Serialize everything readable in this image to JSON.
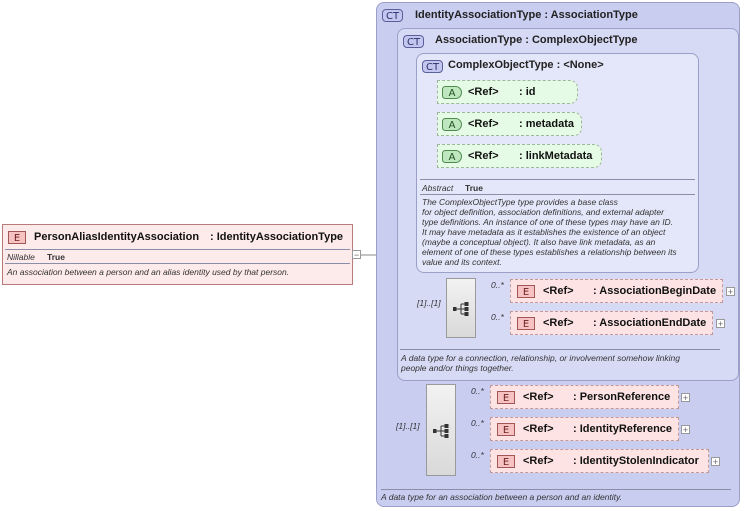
{
  "root": {
    "badge": "E",
    "name": "PersonAliasIdentityAssociation",
    "type": ": IdentityAssociationType",
    "nillable_label": "Nillable",
    "nillable_value": "True",
    "description": "An association between a person and an alias identity used by that person.",
    "collapse": "−"
  },
  "identity_type": {
    "badge": "CT",
    "title": "IdentityAssociationType : AssociationType",
    "description": "A data type for an association between a person and an identity.",
    "sequence_occurs": "[1]..[1]",
    "elements": [
      {
        "badge": "E",
        "ref": "<Ref>",
        "name": ": PersonReference",
        "occurs": "0..*"
      },
      {
        "badge": "E",
        "ref": "<Ref>",
        "name": ": IdentityReference",
        "occurs": "0..*"
      },
      {
        "badge": "E",
        "ref": "<Ref>",
        "name": ": IdentityStolenIndicator",
        "occurs": "0..*"
      }
    ]
  },
  "association_type": {
    "badge": "CT",
    "title": "AssociationType : ComplexObjectType",
    "description_lines": [
      "A data type for a connection, relationship, or involvement somehow linking",
      "people and/or things together."
    ],
    "sequence_occurs": "[1]..[1]",
    "elements": [
      {
        "badge": "E",
        "ref": "<Ref>",
        "name": ": AssociationBeginDate",
        "occurs": "0..*"
      },
      {
        "badge": "E",
        "ref": "<Ref>",
        "name": ": AssociationEndDate",
        "occurs": "0..*"
      }
    ]
  },
  "complex_object_type": {
    "badge": "CT",
    "title": "ComplexObjectType : <None>",
    "attributes": [
      {
        "badge": "A",
        "ref": "<Ref>",
        "name": ": id"
      },
      {
        "badge": "A",
        "ref": "<Ref>",
        "name": ": metadata"
      },
      {
        "badge": "A",
        "ref": "<Ref>",
        "name": ": linkMetadata"
      }
    ],
    "abstract_label": "Abstract",
    "abstract_value": "True",
    "description_lines": [
      "The ComplexObjectType type provides a base class",
      "for object definition, association definitions, and external adapter",
      "type definitions. An instance of one of these types may have an ID.",
      "It may have metadata as it establishes the existence of an object",
      "(maybe a conceptual object). It also have link metadata, as an",
      "element of one of these types establishes a relationship between its",
      "value and its context."
    ]
  },
  "colors": {
    "element_fill": "#fde3e3",
    "attribute_fill": "#e6fbe6",
    "complex_type_fill": "#c9cdf0"
  },
  "icons": [
    "sequence-icon",
    "plus-icon",
    "collapse-icon"
  ]
}
